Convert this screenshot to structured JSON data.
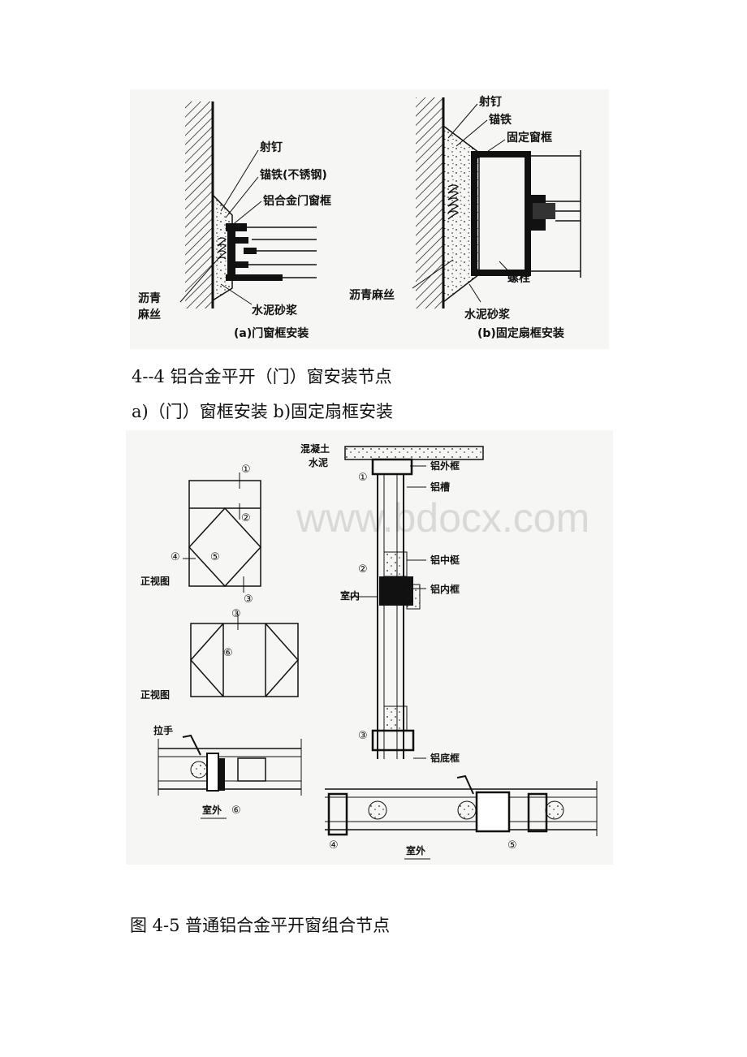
{
  "figure1": {
    "a": {
      "labels": {
        "shooting_nail": "射钉",
        "anchor_iron": "锚铁(不锈钢)",
        "alu_frame": "铝合金门窗框",
        "asphalt_hemp": "沥青\n麻丝",
        "cement_mortar": "水泥砂浆"
      },
      "caption": "(a)门窗框安装"
    },
    "b": {
      "labels": {
        "shooting_nail": "射钉",
        "anchor_iron": "锚铁",
        "fixed_frame": "固定窗框",
        "bolt": "螺栓",
        "asphalt_hemp": "沥青麻丝",
        "cement_mortar": "水泥砂浆"
      },
      "caption": "(b)固定扇框安装"
    }
  },
  "caption1": "4--4 铝合金平开（门）窗安装节点",
  "caption2": "a)（门）窗框安装 b)固定扇框安装",
  "figure2": {
    "watermark": "www.bdocx.com",
    "labels": {
      "front_view_1": "正视图",
      "front_view_2": "正视图",
      "handle": "拉手",
      "outdoor_left": "室外",
      "outdoor_bottom": "室外",
      "concrete": "混凝土",
      "cement": "水泥",
      "alu_outer_frame": "铝外框",
      "alu_groove": "铝槽",
      "alu_mullion": "铝中梃",
      "indoor": "室内",
      "alu_inner_frame": "铝内框",
      "alu_bottom_frame": "铝底框"
    },
    "markers": {
      "m1": "①",
      "m2": "②",
      "m3": "③",
      "m4": "④",
      "m5": "⑤",
      "m6": "⑥"
    }
  },
  "caption3": "图 4-5 普通铝合金平开窗组合节点"
}
